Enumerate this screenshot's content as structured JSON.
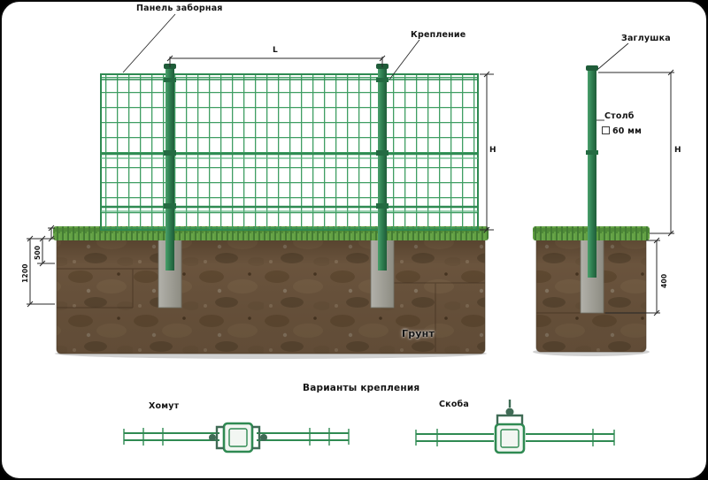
{
  "labels": {
    "panel": "Панель заборная",
    "fastening": "Крепление",
    "cap": "Заглушка",
    "post": "Столб",
    "post_size": "60 мм",
    "ground": "Грунт",
    "variants_title": "Варианты крепления",
    "clamp": "Хомут",
    "bracket": "Скоба"
  },
  "dims": {
    "length": "L",
    "height": "H",
    "height_right": "H",
    "d500": "500",
    "d1200": "1200",
    "d400": "400"
  },
  "colors": {
    "fence_green": "#2f8a52",
    "soil_brown": "#6e5740",
    "grass_green": "#4f8a38",
    "concrete_gray": "#9e9d95"
  }
}
